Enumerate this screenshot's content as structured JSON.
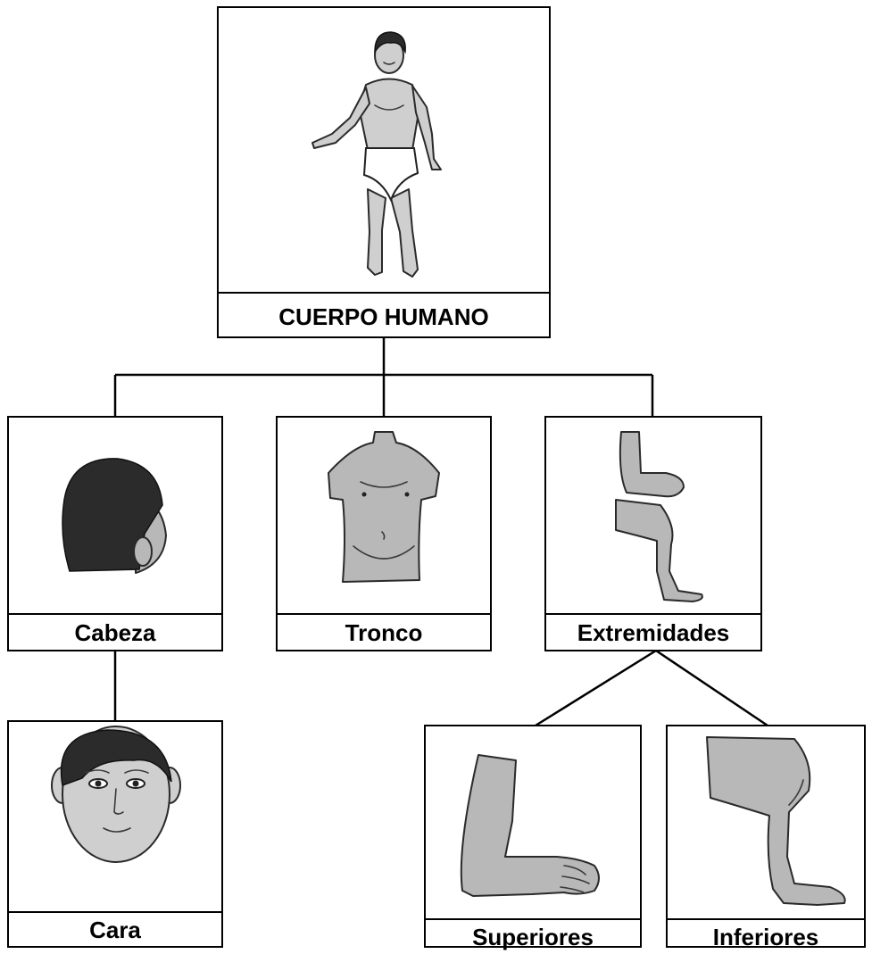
{
  "diagram": {
    "root": {
      "label": "CUERPO HUMANO",
      "icon": "boy-body-icon"
    },
    "level1": [
      {
        "label": "Cabeza",
        "icon": "head-back-icon"
      },
      {
        "label": "Tronco",
        "icon": "torso-icon"
      },
      {
        "label": "Extremidades",
        "icon": "limbs-icon"
      }
    ],
    "level2": [
      {
        "label": "Cara",
        "icon": "face-icon"
      },
      {
        "label": "Superiores",
        "icon": "arm-icon"
      },
      {
        "label": "Inferiores",
        "icon": "leg-icon"
      }
    ]
  }
}
